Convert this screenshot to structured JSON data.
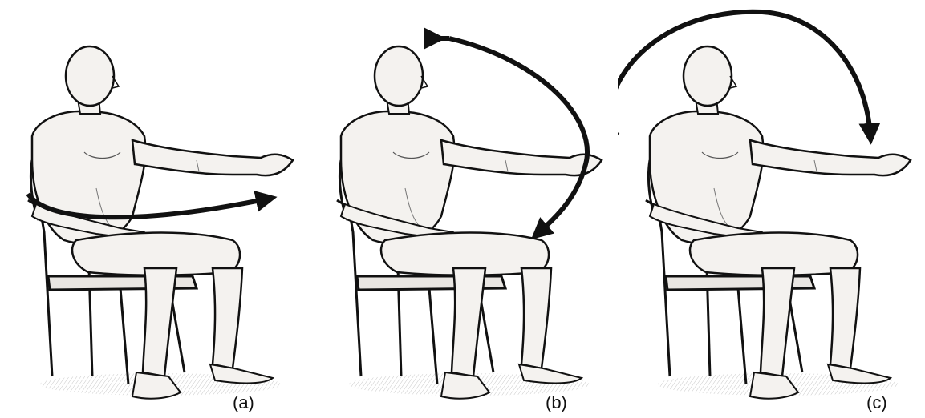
{
  "panels": [
    {
      "caption": "(a)",
      "motion_icon": "horizontal-sweep-arrow-icon"
    },
    {
      "caption": "(b)",
      "motion_icon": "downward-arc-arrow-icon"
    },
    {
      "caption": "(c)",
      "motion_icon": "overhead-arc-arrow-icon"
    }
  ],
  "colors": {
    "ink": "#111111",
    "skin": "#f4f2ef",
    "shade": "#d9d6d2",
    "ground": "#e8e6e3"
  }
}
